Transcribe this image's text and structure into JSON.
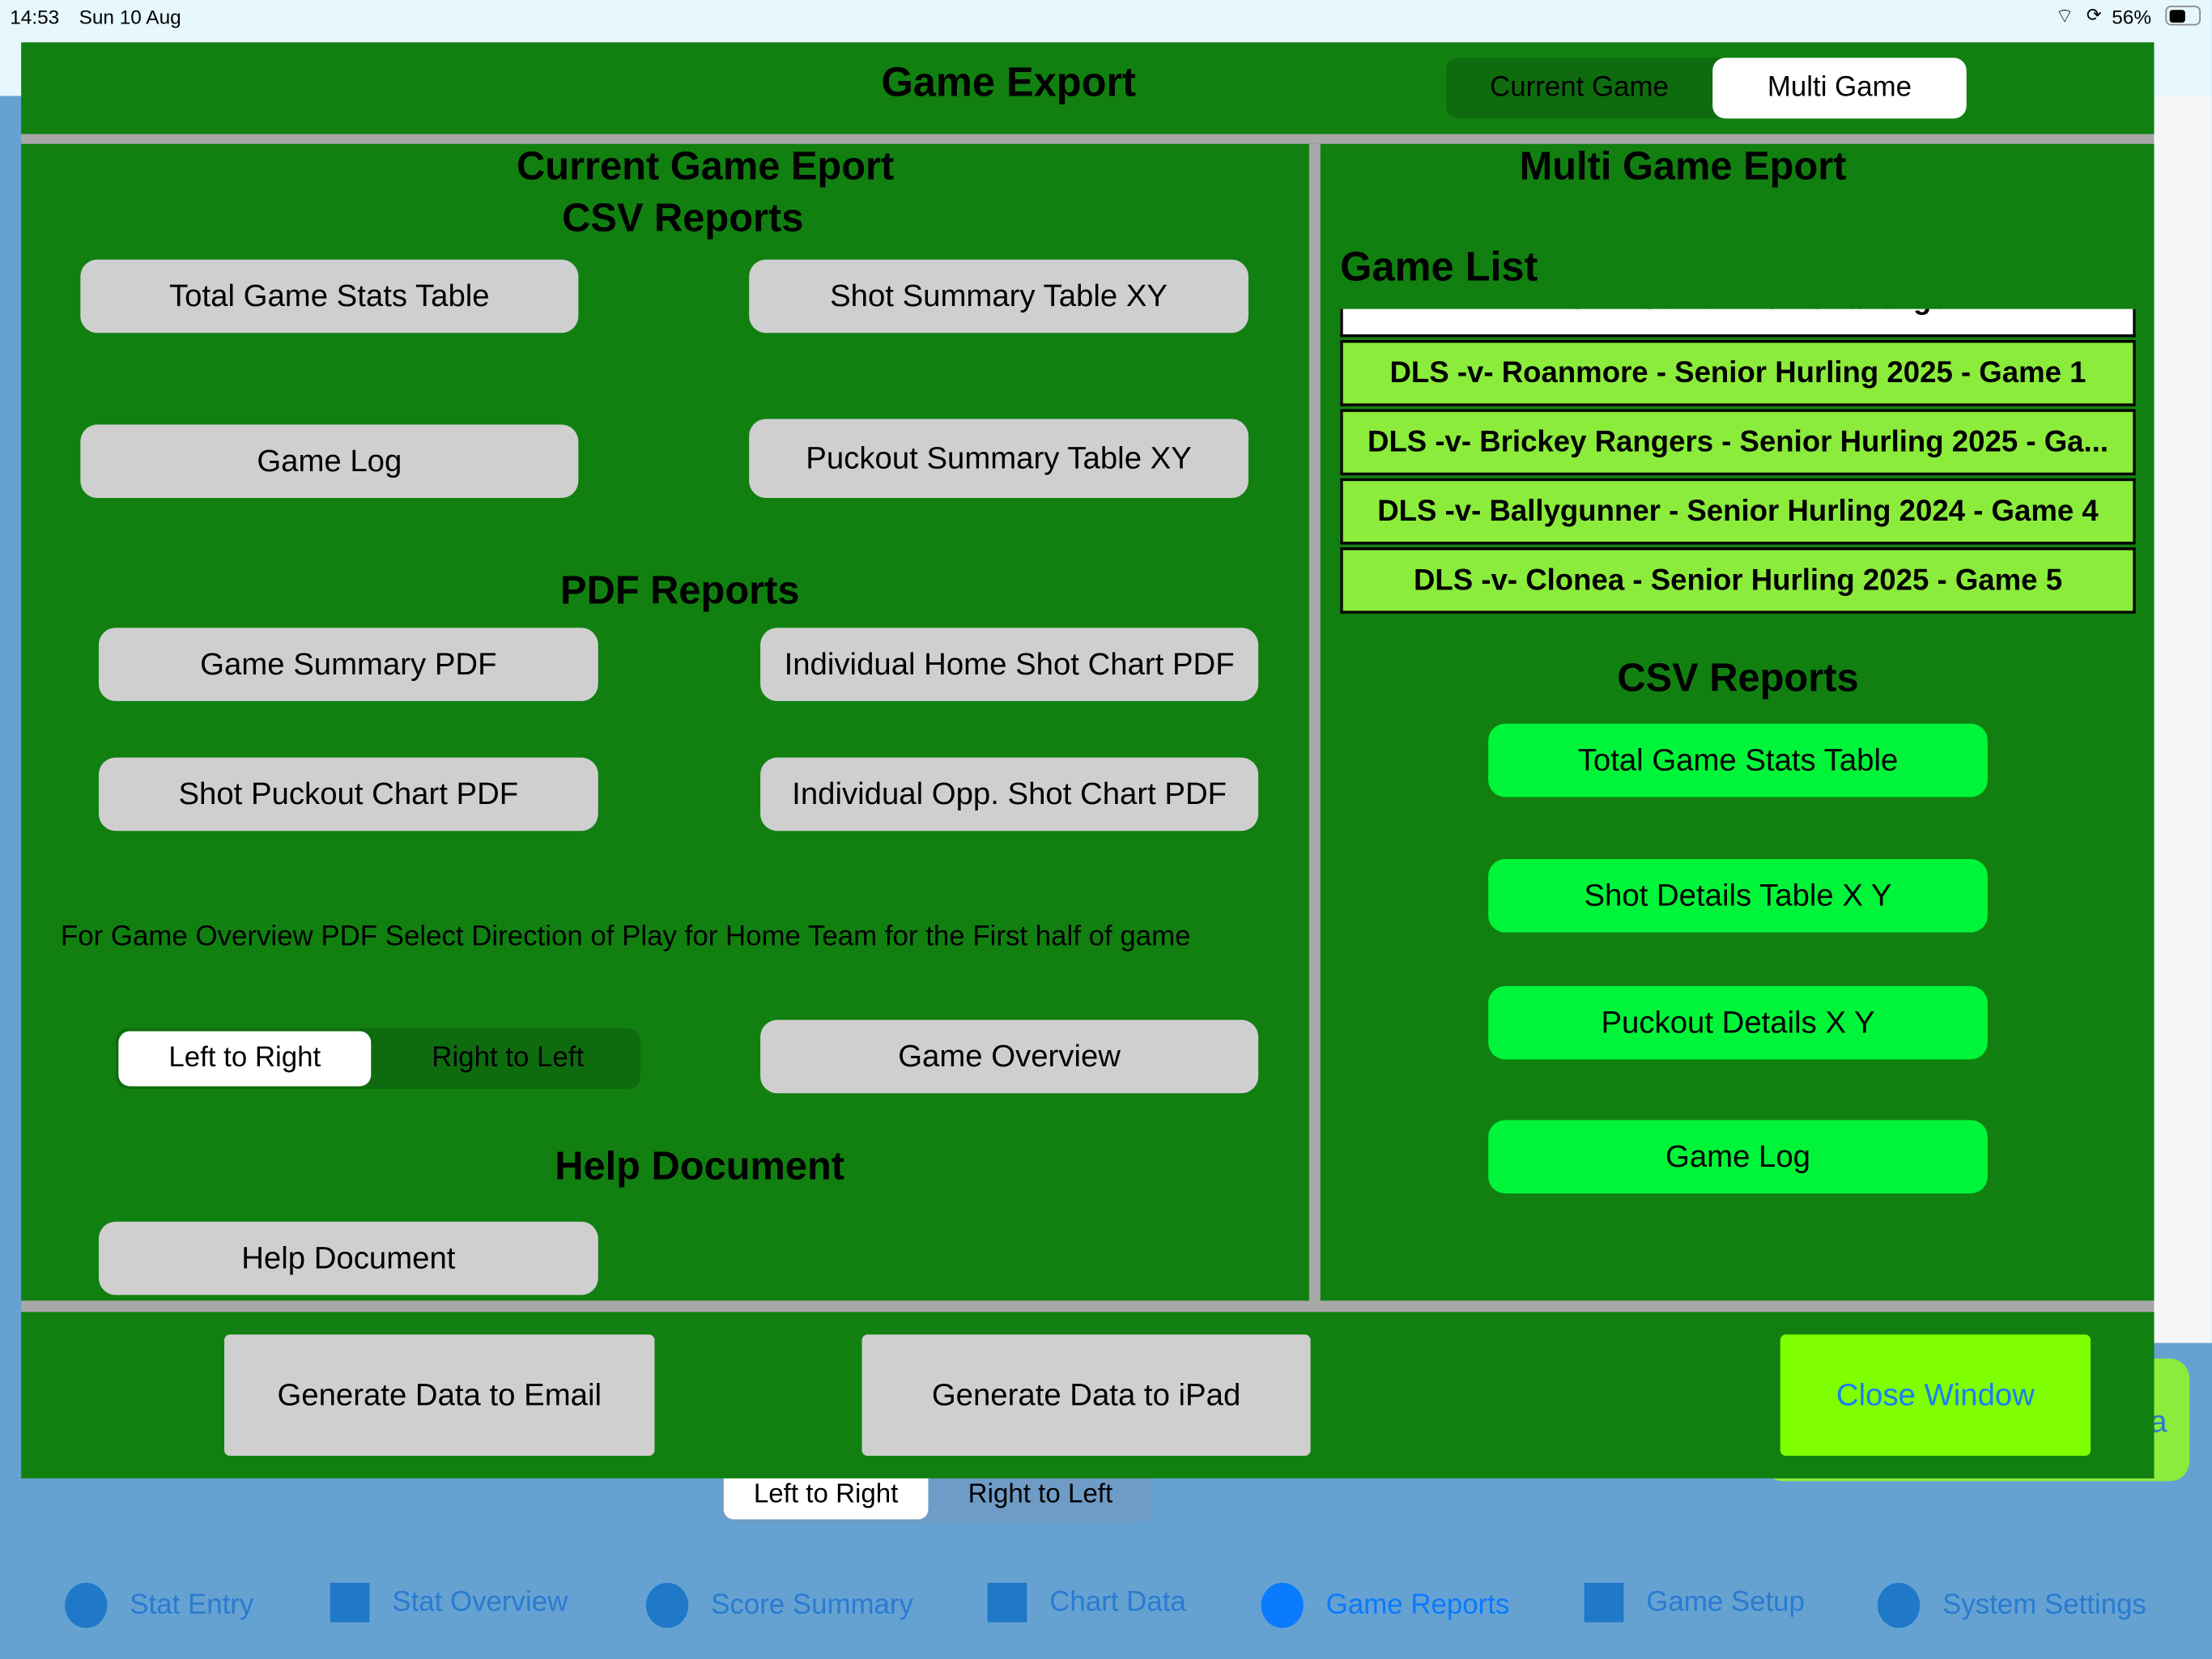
{
  "status_bar": {
    "time": "14:53",
    "date": "Sun 10 Aug",
    "battery": "56%",
    "battery_level": 56
  },
  "header": {
    "title": "Game Export",
    "segments": [
      "Current Game",
      "Multi Game"
    ],
    "selected": "Multi Game"
  },
  "left": {
    "title1": "Current Game Eport",
    "title2": "CSV Reports",
    "csv_buttons": [
      "Total Game Stats Table",
      "Shot Summary Table XY",
      "Game Log",
      "Puckout Summary Table XY"
    ],
    "pdf_title": "PDF Reports",
    "pdf_buttons": [
      "Game Summary PDF",
      "Individual Home Shot Chart PDF",
      "Shot Puckout Chart PDF",
      "Individual Opp. Shot Chart PDF"
    ],
    "direction_prompt": "For Game Overview PDF Select Direction of Play for Home Team for the First half of game",
    "direction_options": [
      "Left to Right",
      "Right to Left"
    ],
    "direction_selected": "Left to Right",
    "game_overview": "Game Overview",
    "help_title": "Help Document",
    "help_button": "Help Document"
  },
  "right": {
    "title": "Multi Game Eport",
    "game_list_title": "Game List",
    "games": [
      "DLS -v- St Mullins - Challenge",
      "DLS -v- Roanmore - Senior Hurling 2025  - Game 1",
      "DLS -v- Brickey Rangers - Senior Hurling 2025 - Ga...",
      "DLS -v- Ballygunner - Senior Hurling 2024 - Game 4",
      "DLS -v- Clonea - Senior Hurling 2025 - Game 5"
    ],
    "csv_title": "CSV Reports",
    "csv_buttons": [
      "Total Game Stats Table",
      "Shot Details Table X Y",
      "Puckout Details X Y",
      "Game Log"
    ]
  },
  "footer": {
    "email": "Generate Data to Email",
    "ipad": "Generate Data to iPad",
    "close": "Close Window"
  },
  "background": {
    "partial_label": "a",
    "direction_options": [
      "Left to Right",
      "Right to Left"
    ],
    "tabs": [
      "Stat Entry",
      "Stat Overview",
      "Score Summary",
      "Chart Data",
      "Game Reports",
      "Game Setup",
      "System Settings"
    ],
    "active_tab": "Game Reports"
  },
  "colors": {
    "modal": "#118011",
    "list_item": "#8bec3c",
    "bright_button": "#00f53a",
    "close_button": "#80ff00",
    "tab_active": "#0a7aff"
  }
}
